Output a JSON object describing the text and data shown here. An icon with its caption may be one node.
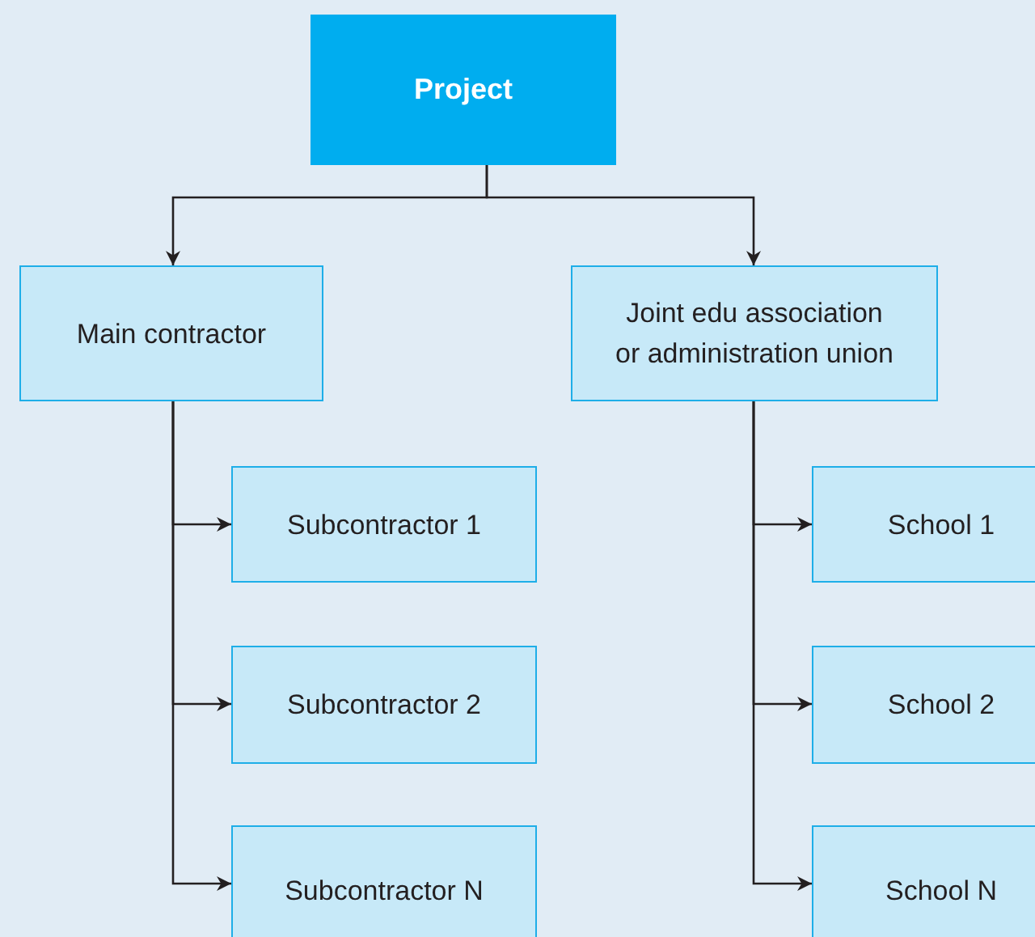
{
  "diagram": {
    "nodes": [
      {
        "text": [
          "Project"
        ]
      },
      {
        "text": [
          "Main contractor"
        ]
      },
      {
        "text": [
          "Joint edu association or administration union"
        ]
      },
      {
        "text": [
          "Subcontractor 1"
        ]
      },
      {
        "text": [
          "Subcontractor 2"
        ]
      },
      {
        "text": [
          "Subcontractor N"
        ]
      },
      {
        "text": [
          "School 1"
        ]
      },
      {
        "text": [
          "School 2"
        ]
      },
      {
        "text": [
          "School N"
        ]
      }
    ],
    "edges": [
      {
        "from": 0,
        "to": 1,
        "arrow": "to"
      },
      {
        "from": 0,
        "to": 2,
        "arrow": "to"
      },
      {
        "from": 1,
        "to": 3,
        "arrow": "to"
      },
      {
        "from": 1,
        "to": 4,
        "arrow": "to"
      },
      {
        "from": 1,
        "to": 5,
        "arrow": "to"
      },
      {
        "from": 2,
        "to": 6,
        "arrow": "to"
      },
      {
        "from": 2,
        "to": 7,
        "arrow": "to"
      },
      {
        "from": 2,
        "to": 8,
        "arrow": "to"
      }
    ]
  }
}
